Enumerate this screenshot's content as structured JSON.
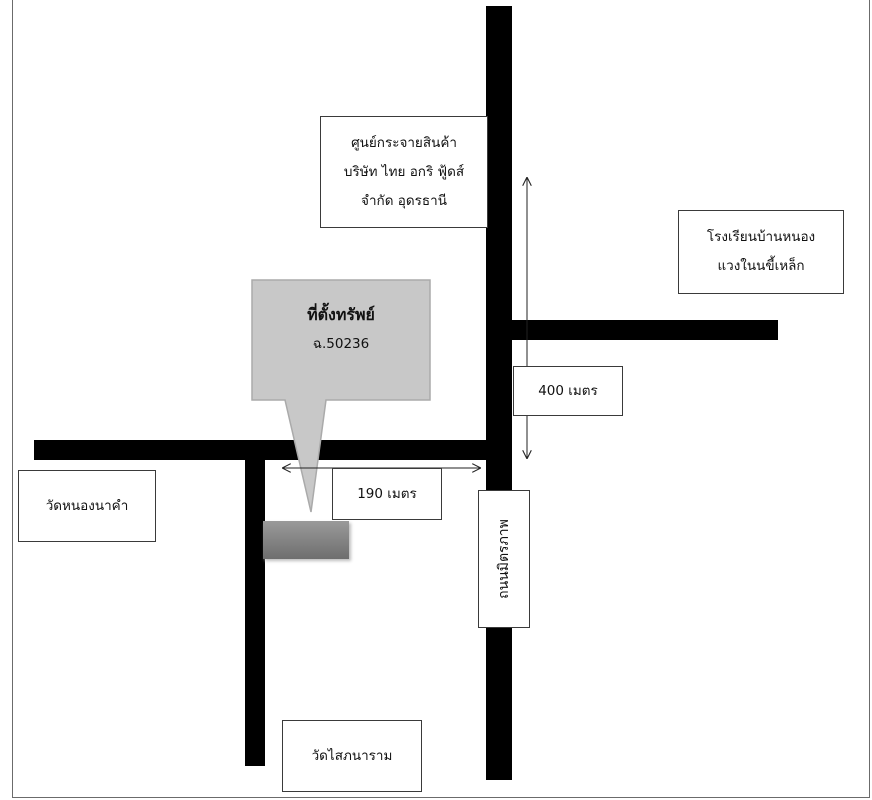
{
  "callout": {
    "title": "ที่ตั้งทรัพย์",
    "code": "ฉ.50236"
  },
  "landmarks": {
    "distribution_center": [
      "ศูนย์กระจายสินค้า",
      "บริษัท ไทย อกริ ฟู้ดส์",
      "จำกัด อุดรธานี"
    ],
    "school": [
      "โรงเรียนบ้านหนอง",
      "แวงในนขี้เหล็ก"
    ],
    "temple_nong_na_kham": "วัดหนองนาคำ",
    "temple_sai_nararam": "วัดไสภนาราม"
  },
  "distances": {
    "vertical": "400 เมตร",
    "horizontal": "190 เมตร"
  },
  "road_name": "ถนนมิตรภาพ",
  "colors": {
    "road": "#000000",
    "callout_fill": "#c8c8c8",
    "callout_border": "#aaaaaa",
    "plot_fill": "#888888"
  }
}
